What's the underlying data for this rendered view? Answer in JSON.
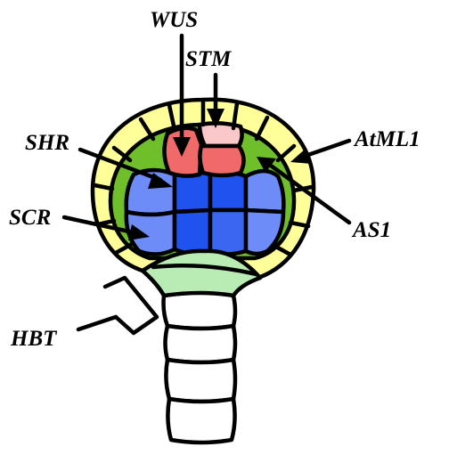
{
  "labels": {
    "wus": "WUS",
    "stm": "STM",
    "shr": "SHR",
    "atml1": "AtML1",
    "scr": "SCR",
    "as1": "AS1",
    "hbt": "HBT"
  },
  "colors": {
    "epidermis": "#ffff99",
    "outer_ring": "#fcf2a8",
    "inner_green": "#6fbf2a",
    "blue_dark": "#1f52ef",
    "blue_mid": "#3b66f2",
    "blue_light": "#6e8cf7",
    "red": "#f06a6a",
    "pink": "#fac8c8",
    "hypophysis_green": "#b9ecb4",
    "suspensor": "#ffffff",
    "outline": "#000000"
  }
}
